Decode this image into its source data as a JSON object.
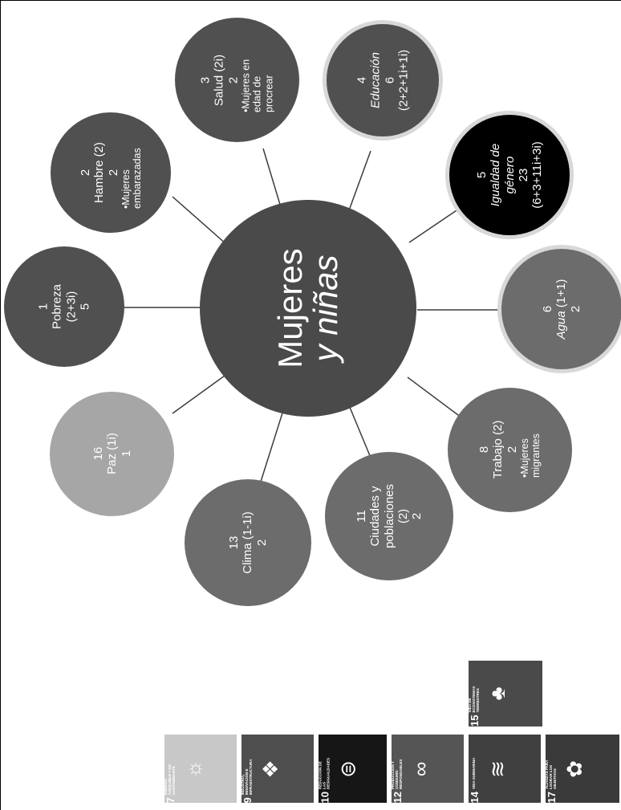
{
  "center": {
    "line1": "Mujeres",
    "line2": "y niñas"
  },
  "nodes": {
    "n1": {
      "num": "1",
      "name": "Pobreza",
      "sub": "(2+3i)",
      "count": "5"
    },
    "n2": {
      "num": "2",
      "name": "Hambre (2)",
      "count": "2",
      "bullet": "•Mujeres embarazadas"
    },
    "n3": {
      "num": "3",
      "name": "Salud (2i)",
      "count": "2",
      "bullet": "•Mujeres en edad de procrear"
    },
    "n4": {
      "num": "4",
      "name": "Educación",
      "count": "6",
      "sub": "(2+2+1i+1i)"
    },
    "n5": {
      "num": "5",
      "name": "Igualdad de género",
      "count": "23",
      "sub": "(6+3+11i+3i)"
    },
    "n6": {
      "num": "6",
      "name": "Agua",
      "sub": "(1+1)",
      "count": "2"
    },
    "n8": {
      "num": "8",
      "name": "Trabajo (2)",
      "count": "2",
      "bullet": "•Mujeres migrantes"
    },
    "n11": {
      "num": "11",
      "name": "Ciudades y poblaciones",
      "sub": "(2)",
      "count": "2"
    },
    "n13": {
      "num": "13",
      "name": "Clima (1-1i)",
      "count": "2"
    },
    "n16": {
      "num": "16",
      "name": "Paz (1i)",
      "count": "1"
    }
  },
  "colors": {
    "dark": "#505050",
    "medium": "#6c6c6c",
    "light": "#a6a6a6",
    "black": "#000000",
    "center": "#4a4a4a"
  },
  "sdg_tiles": [
    {
      "num": "7",
      "label": "ENERGÍA ASEQUIBLE Y NO CONTAMINANTE",
      "icon": "sun-icon",
      "glyph": "☼",
      "color": "#c8c8c8"
    },
    {
      "num": "9",
      "label": "INDUSTRIA, INNOVACIÓN E INFRAESTRUCTURA",
      "icon": "cubes-icon",
      "glyph": "❖",
      "color": "#4e4e4e"
    },
    {
      "num": "10",
      "label": "REDUCCIÓN DE LAS DESIGUALDADES",
      "icon": "equal-icon",
      "glyph": "⊜",
      "color": "#161616"
    },
    {
      "num": "12",
      "label": "PRODUCCIÓN Y CONSUMO RESPONSABLES",
      "icon": "infinity-icon",
      "glyph": "∞",
      "color": "#555555"
    },
    {
      "num": "14",
      "label": "VIDA SUBMARINA",
      "icon": "fish-icon",
      "glyph": "≋",
      "color": "#404040"
    },
    {
      "num": "15",
      "label": "VIDA DE ECOSISTEMAS TERRESTRES",
      "icon": "tree-icon",
      "glyph": "♣",
      "color": "#4a4a4a"
    },
    {
      "num": "17",
      "label": "ALIANZAS PARA LOGRAR LOS OBJETIVOS",
      "icon": "rings-icon",
      "glyph": "✿",
      "color": "#3a3a3a"
    }
  ]
}
